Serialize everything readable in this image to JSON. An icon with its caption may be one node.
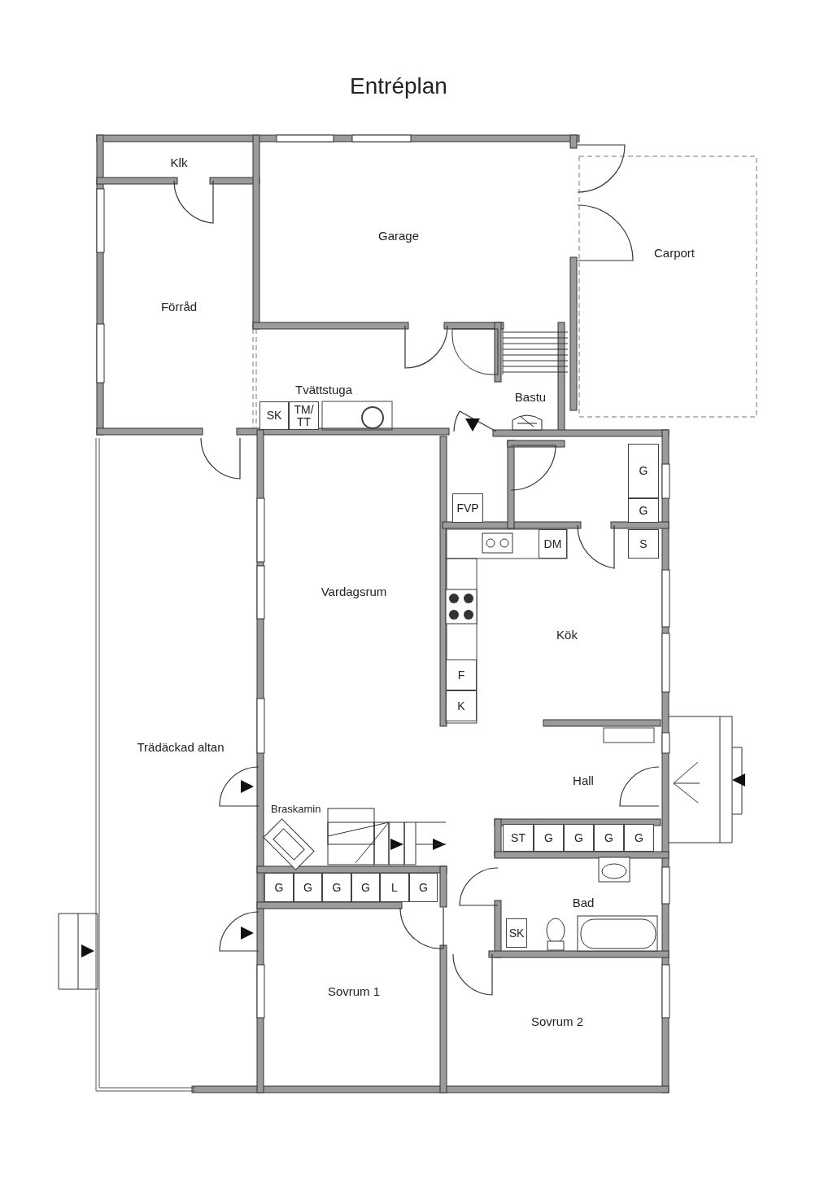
{
  "diagram": {
    "title": "Entréplan",
    "nodes": [
      {
        "text": [
          "Klk"
        ]
      },
      {
        "text": [
          "Förråd"
        ]
      },
      {
        "text": [
          "Garage"
        ]
      },
      {
        "text": [
          "Carport"
        ]
      },
      {
        "text": [
          "Tvättstuga"
        ]
      },
      {
        "text": [
          "SK"
        ],
        "in": 4
      },
      {
        "text": [
          "TM/ TT"
        ],
        "in": 4
      },
      {
        "text": [
          "Bastu"
        ]
      },
      {
        "text": [
          "FVP"
        ]
      },
      {
        "text": [
          "G"
        ]
      },
      {
        "text": [
          "G"
        ]
      },
      {
        "text": [
          "Vardagsrum"
        ]
      },
      {
        "text": [
          "Kök"
        ]
      },
      {
        "text": [
          "DM"
        ],
        "in": 12
      },
      {
        "text": [
          "S"
        ],
        "in": 12
      },
      {
        "text": [
          "F"
        ],
        "in": 12
      },
      {
        "text": [
          "K"
        ],
        "in": 12
      },
      {
        "text": [
          "Trädäckad altan"
        ]
      },
      {
        "text": [
          "Hall"
        ]
      },
      {
        "text": [
          "ST"
        ]
      },
      {
        "text": [
          "G"
        ]
      },
      {
        "text": [
          "G"
        ]
      },
      {
        "text": [
          "G"
        ]
      },
      {
        "text": [
          "G"
        ]
      },
      {
        "text": [
          "G"
        ]
      },
      {
        "text": [
          "G"
        ]
      },
      {
        "text": [
          "G"
        ]
      },
      {
        "text": [
          "G"
        ]
      },
      {
        "text": [
          "L"
        ]
      },
      {
        "text": [
          "G"
        ]
      },
      {
        "text": [
          "Bad"
        ]
      },
      {
        "text": [
          "SK"
        ],
        "in": 30
      },
      {
        "text": [
          "Sovrum 1"
        ]
      },
      {
        "text": [
          "Sovrum 2"
        ]
      }
    ],
    "labels": [
      "Braskamin"
    ]
  }
}
